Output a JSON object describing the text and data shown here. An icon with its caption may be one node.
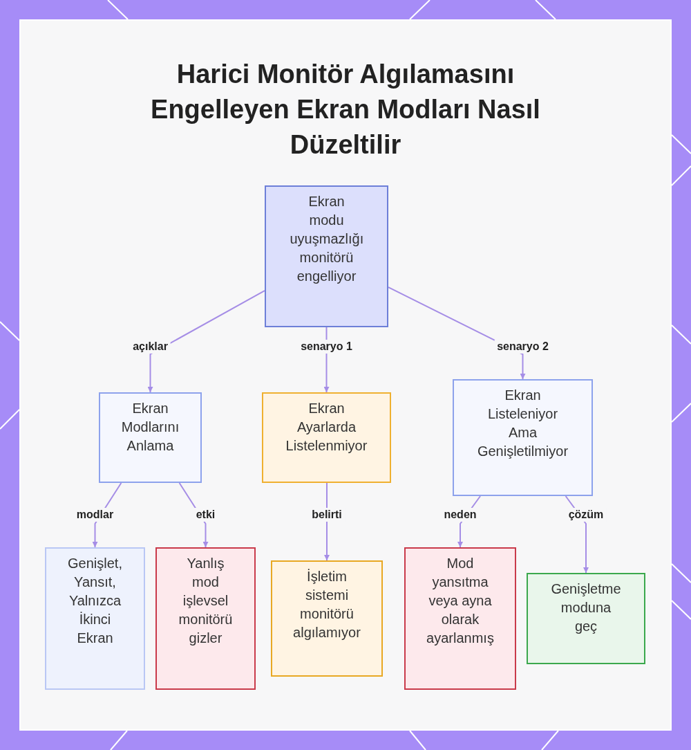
{
  "diagram": {
    "title": "Harici Monitör Algılamasını Engelleyen Ekran Modları Nasıl Düzeltilir",
    "nodes": [
      {
        "text": [
          "Ekran modu uyuşmazlığı monitörü engelliyor"
        ]
      },
      {
        "text": [
          "Ekran Modlarını Anlama"
        ]
      },
      {
        "text": [
          "Ekran Ayarlarda Listelenmiyor"
        ]
      },
      {
        "text": [
          "Ekran Listeleniyor Ama Genişletilmiyor"
        ]
      },
      {
        "text": [
          "Genişlet, Yansıt, Yalnızca İkinci Ekran"
        ]
      },
      {
        "text": [
          "Yanlış mod işlevsel monitörü gizler"
        ]
      },
      {
        "text": [
          "İşletim sistemi monitörü algılamıyor"
        ]
      },
      {
        "text": [
          "Mod yansıtma veya ayna olarak ayarlanmış"
        ]
      },
      {
        "text": [
          "Genişletme moduna geç"
        ]
      }
    ],
    "edges": [
      {
        "from": 0,
        "to": 1,
        "label": "açıklar",
        "arrow": "to"
      },
      {
        "from": 0,
        "to": 2,
        "label": "senaryo 1",
        "arrow": "to"
      },
      {
        "from": 0,
        "to": 3,
        "label": "senaryo 2",
        "arrow": "to"
      },
      {
        "from": 1,
        "to": 4,
        "label": "modlar",
        "arrow": "to"
      },
      {
        "from": 1,
        "to": 5,
        "label": "etki",
        "arrow": "to"
      },
      {
        "from": 2,
        "to": 6,
        "label": "belirti",
        "arrow": "to"
      },
      {
        "from": 3,
        "to": 7,
        "label": "neden",
        "arrow": "to"
      },
      {
        "from": 3,
        "to": 8,
        "label": "çözüm",
        "arrow": "to"
      }
    ]
  }
}
